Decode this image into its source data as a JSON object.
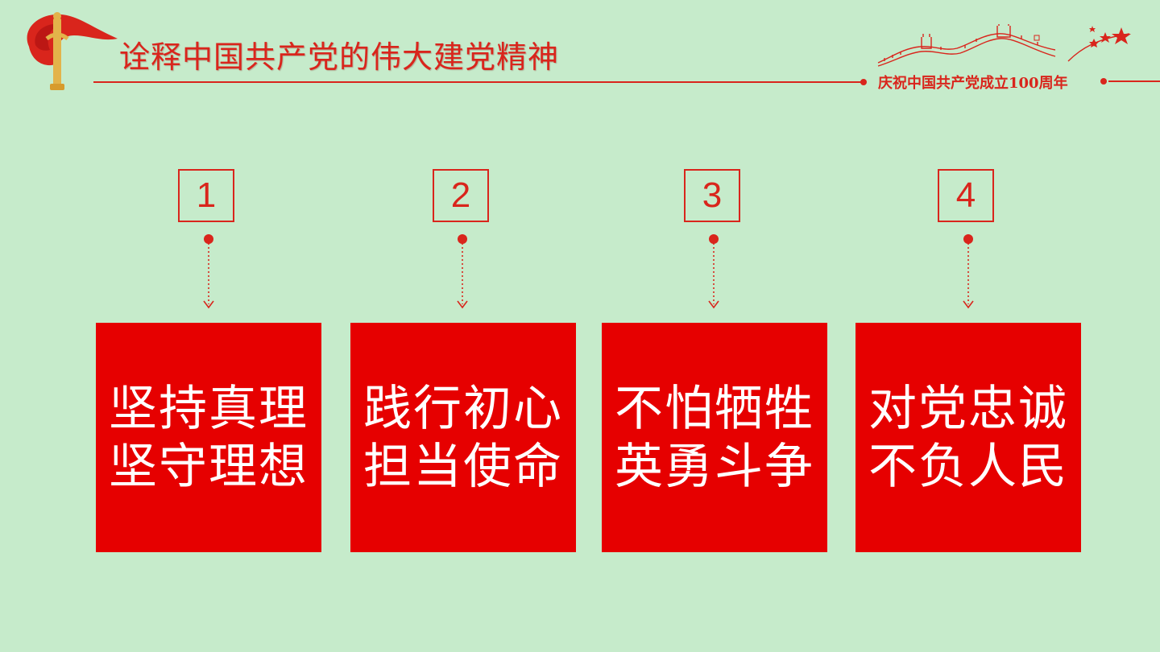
{
  "header": {
    "title": "诠释中国共产党的伟大建党精神",
    "anniversary": "庆祝中国共产党成立100周年",
    "icons": [
      "party-emblem-flag-icon",
      "great-wall-icon",
      "stars-icon"
    ]
  },
  "colors": {
    "background": "#c6ebcb",
    "accent": "#d9251c",
    "card": "#e60000",
    "card_text": "#ffffff"
  },
  "items": [
    {
      "number": "1",
      "line1": "坚持真理",
      "line2": "坚守理想"
    },
    {
      "number": "2",
      "line1": "践行初心",
      "line2": "担当使命"
    },
    {
      "number": "3",
      "line1": "不怕牺牲",
      "line2": "英勇斗争"
    },
    {
      "number": "4",
      "line1": "对党忠诚",
      "line2": "不负人民"
    }
  ]
}
